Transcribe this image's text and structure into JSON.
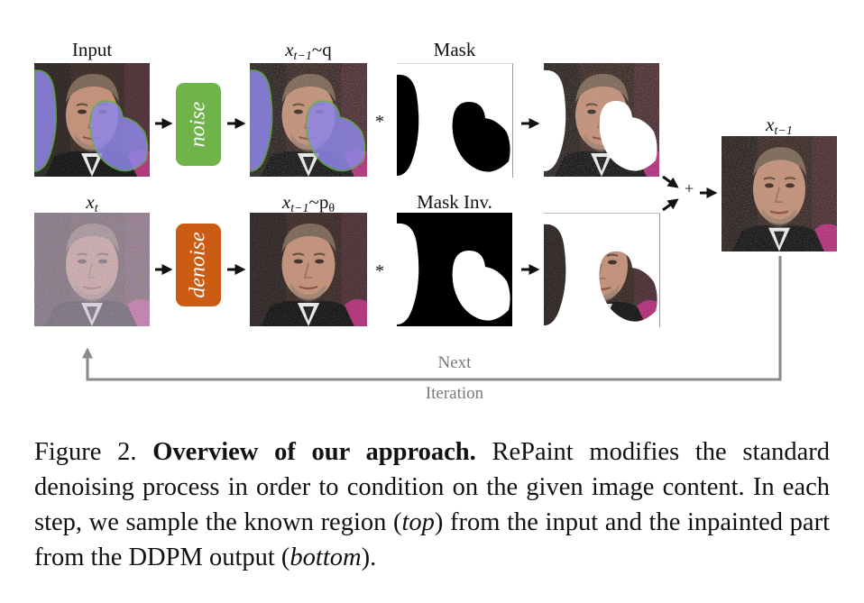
{
  "labels": {
    "input": "Input",
    "xt1q_base": "x",
    "xt1q_sub": "t−1",
    "xt1q_rest": "~q",
    "mask": "Mask",
    "xt_base": "x",
    "xt_sub": "t",
    "xt1p_base": "x",
    "xt1p_sub": "t−1",
    "xt1p_rest": "~p",
    "xt1p_theta": "θ",
    "mask_inv": "Mask Inv.",
    "out_base": "x",
    "out_sub": "t−1"
  },
  "blocks": {
    "noise": {
      "label": "noise",
      "color": "#6fb34a"
    },
    "denoise": {
      "label": "denoise",
      "color": "#cc5c14"
    }
  },
  "operators": {
    "multiply": "*",
    "plus": "+"
  },
  "loop": {
    "line1": "Next",
    "line2": "Iteration"
  },
  "caption": {
    "prefix": "Figure 2. ",
    "bold": "Overview of our approach.",
    "text1": " RePaint modifies the standard denoising process in order to condition on the given image content. In each step, we sample the known region (",
    "top": "top",
    "text2": ") from the input and the inpainted part from the DDPM output (",
    "bottom": "bottom",
    "text3": ")."
  },
  "colors": {
    "arrow": "#111111",
    "loop": "#8a8a8a",
    "mask_overlay": "#8f86e8",
    "mask_edge": "#5fb33a"
  }
}
